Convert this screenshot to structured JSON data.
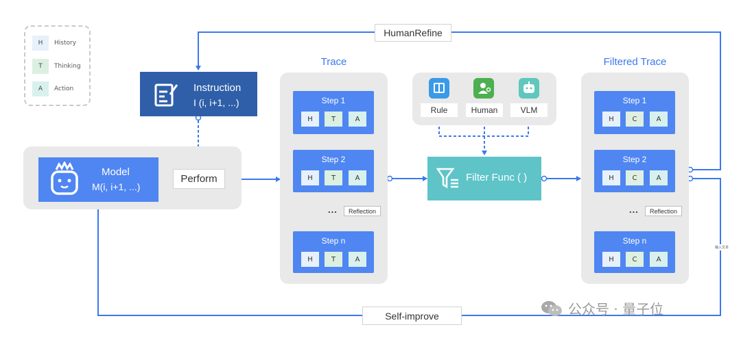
{
  "legend": [
    {
      "key": "H",
      "label": "History",
      "color": "#e6f1fc"
    },
    {
      "key": "T",
      "label": "Thinking",
      "color": "#dbf0e1"
    },
    {
      "key": "A",
      "label": "Action",
      "color": "#d8f1ee"
    }
  ],
  "instruction": {
    "title": "Instruction",
    "formula": "I (i, i+1, ...)",
    "color": "#2f5fa8",
    "icon": "clipboard-icon"
  },
  "model": {
    "title": "Model",
    "formula": "M(i, i+1, ...)",
    "color": "#4f86f1",
    "icon": "robot-icon"
  },
  "perform_label": "Perform",
  "human_refine_label": "HumanRefine",
  "self_improve_label": "Self-improve",
  "trace": {
    "title": "Trace",
    "steps": [
      {
        "title": "Step 1",
        "cells": [
          "H",
          "T",
          "A"
        ]
      },
      {
        "title": "Step 2",
        "cells": [
          "H",
          "T",
          "A"
        ]
      },
      {
        "title": "Step n",
        "cells": [
          "H",
          "T",
          "A"
        ]
      }
    ],
    "dots": "...",
    "reflection": "Reflection"
  },
  "filter": {
    "label": "Filter Func ( )",
    "color": "#5ec4c8",
    "sources": [
      {
        "label": "Rule",
        "color": "#3a9ae8",
        "icon": "book-icon"
      },
      {
        "label": "Human",
        "color": "#4caf50",
        "icon": "person-icon"
      },
      {
        "label": "VLM",
        "color": "#5fc7bd",
        "icon": "robot-icon"
      }
    ]
  },
  "filtered_trace": {
    "title": "Filtered Trace",
    "steps": [
      {
        "title": "Step 1",
        "cells": [
          "H",
          "C",
          "A"
        ]
      },
      {
        "title": "Step 2",
        "cells": [
          "H",
          "C",
          "A"
        ]
      },
      {
        "title": "Step n",
        "cells": [
          "H",
          "C",
          "A"
        ]
      }
    ],
    "dots": "...",
    "reflection": "Reflection"
  },
  "side_note": "输入文本",
  "watermark": "公众号 · 量子位",
  "accent": "#3a78ee"
}
